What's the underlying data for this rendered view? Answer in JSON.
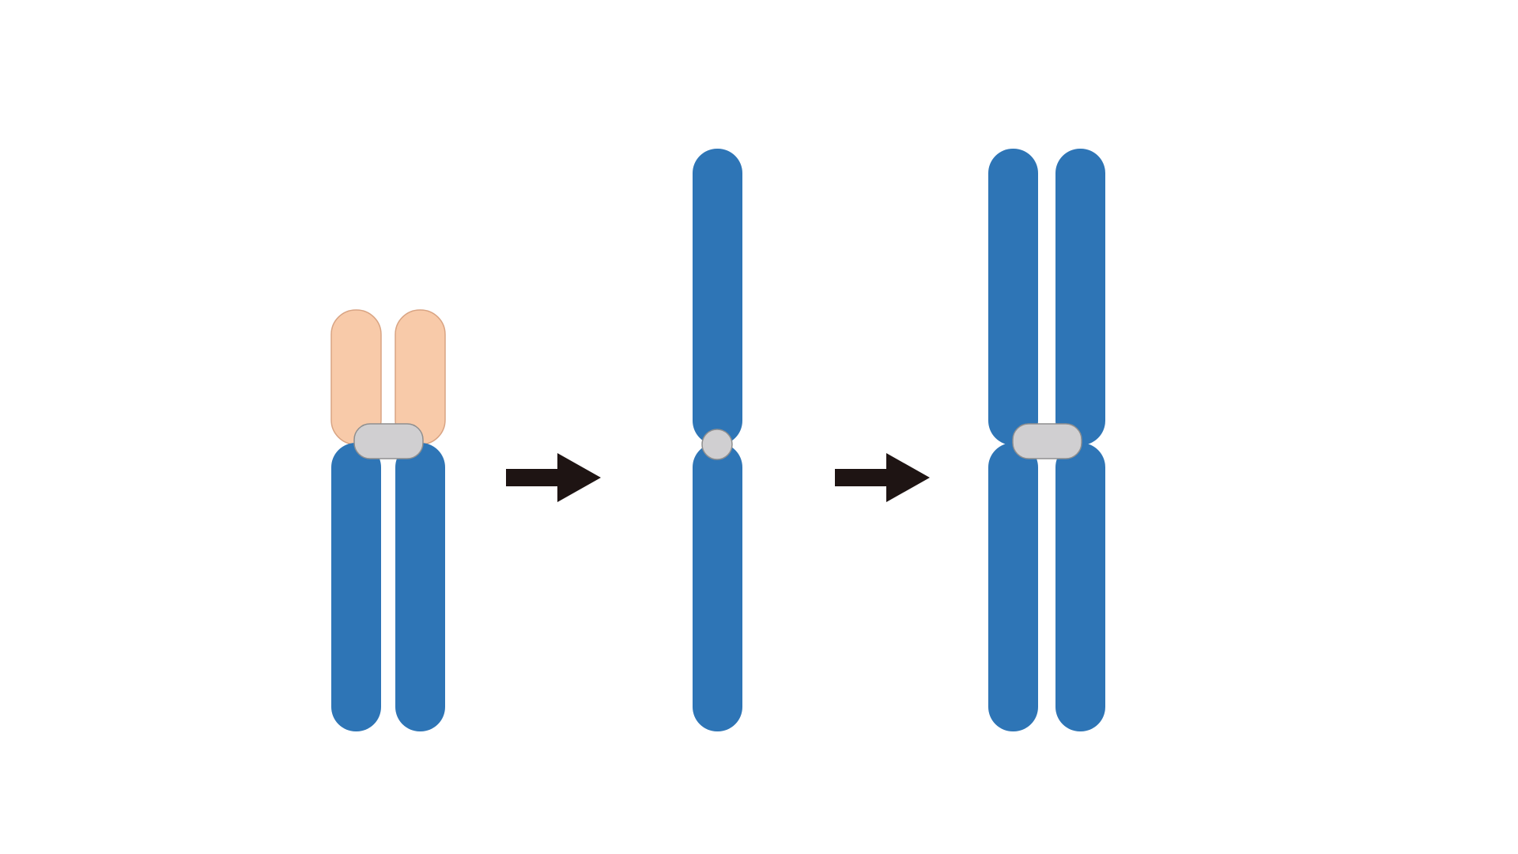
{
  "diagram": {
    "colors": {
      "background": "#ffffff",
      "arm_blue": "#2e75b6",
      "arm_peach": "#f8caa9",
      "arm_peach_stroke": "#d9a483",
      "centromere": "#d0cfd1",
      "centromere_stroke": "#8f8f8f",
      "arrow": "#1e1413"
    },
    "stages": [
      {
        "name": "stage-1",
        "parts": [
          "short-arm",
          "short-arm",
          "centromere",
          "long-arm",
          "long-arm"
        ]
      },
      {
        "name": "stage-2",
        "parts": [
          "upper-arm",
          "centromere",
          "lower-arm"
        ]
      },
      {
        "name": "stage-3",
        "parts": [
          "upper-arm",
          "upper-arm",
          "centromere",
          "lower-arm",
          "lower-arm"
        ]
      }
    ],
    "arrows": 2
  }
}
